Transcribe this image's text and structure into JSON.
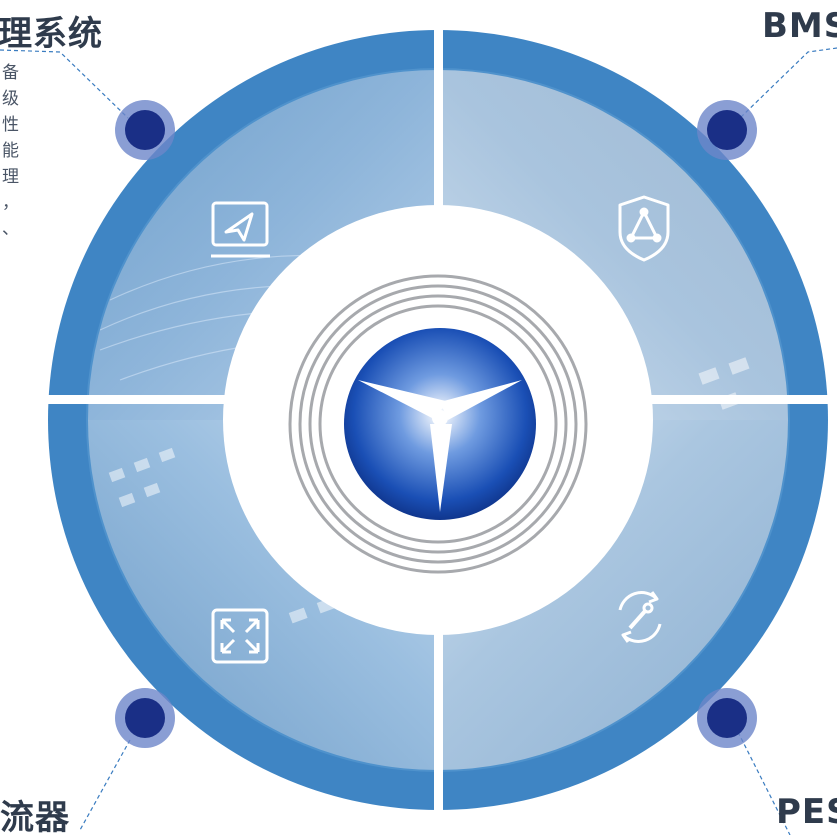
{
  "corners": {
    "top_left_title": "理系统",
    "top_right_title": "BMS",
    "bottom_left_title": "流器",
    "bottom_right_title": "PES"
  },
  "side_text_chars": [
    "备",
    "级",
    "性",
    "能",
    "理",
    "，",
    "、"
  ],
  "colors": {
    "ring_blue": "#3f85c4",
    "ring_inner_blue": "#4f92cc",
    "node_dark": "#1a2f86",
    "node_halo": "#6d86c9",
    "title_text": "#2f3b4c",
    "body_text": "#4a5566",
    "logo_blue": "#1848b0",
    "dashed_line": "#3a7cc0"
  },
  "icons": {
    "top_left": "send-screen-icon",
    "top_right": "shield-network-icon",
    "bottom_left": "expand-fullscreen-icon",
    "bottom_right": "sync-wrench-icon",
    "center": "tri-blade-logo-icon"
  }
}
